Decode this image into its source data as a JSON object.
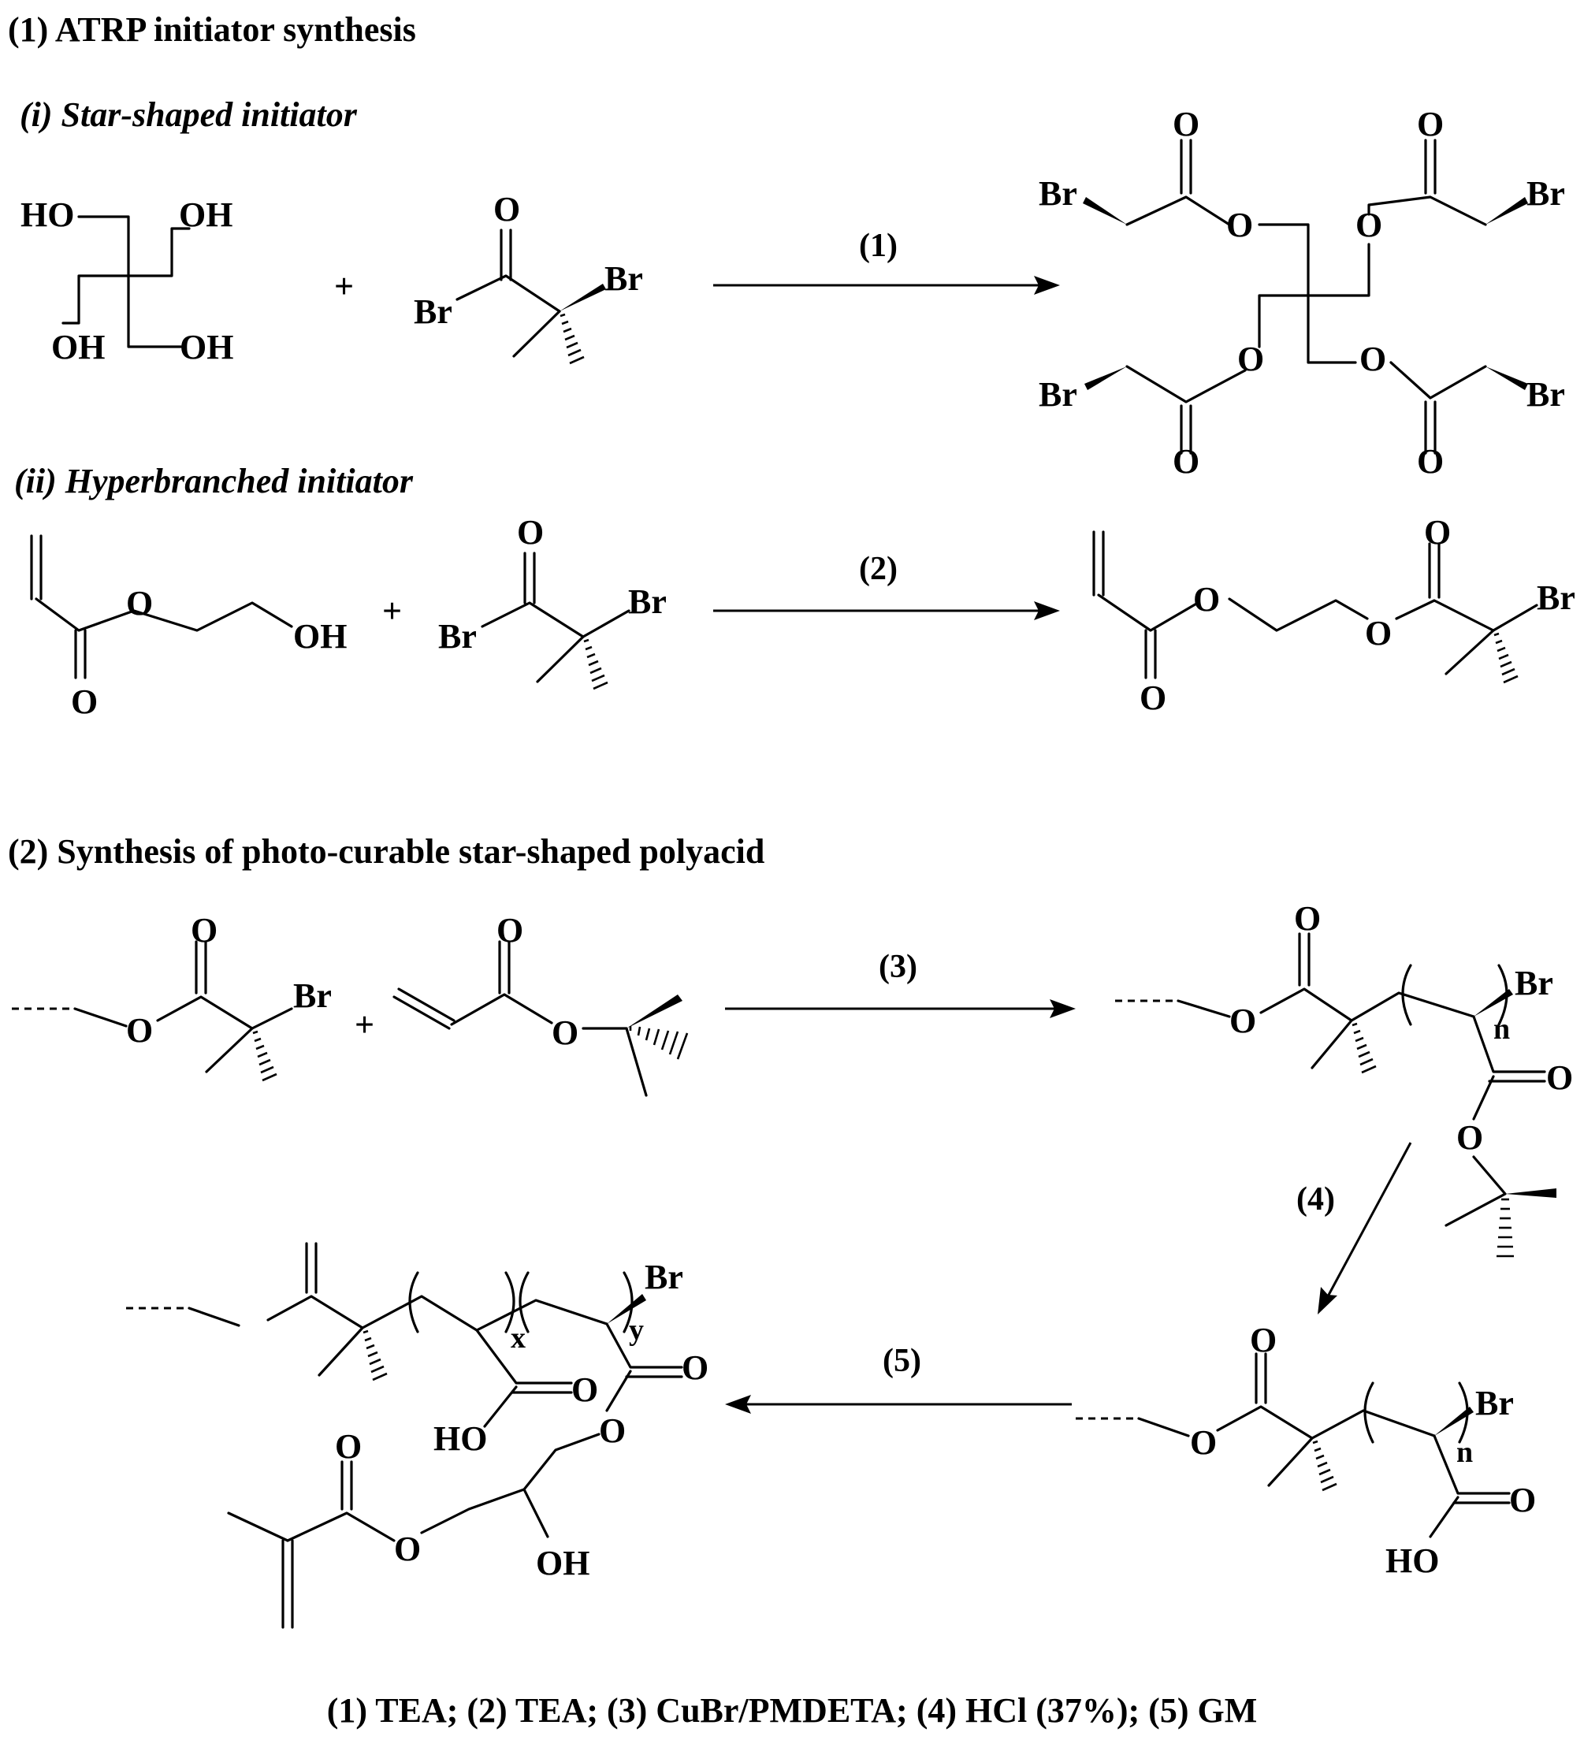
{
  "sections": {
    "part1_title": "(1) ATRP initiator synthesis",
    "part1_sub_i": "(i) Star-shaped initiator",
    "part1_sub_ii": "(ii) Hyperbranched initiator",
    "part2_title": "(2) Synthesis of photo-curable star-shaped polyacid"
  },
  "steps": {
    "s1": "(1)",
    "s2": "(2)",
    "s3": "(3)",
    "s4": "(4)",
    "s5": "(5)"
  },
  "plus": "+",
  "atoms": {
    "HO": "HO",
    "OH": "OH",
    "O": "O",
    "Br": "Br",
    "n": "n",
    "x": "x",
    "y": "y"
  },
  "caption": "(1) TEA; (2) TEA; (3) CuBr/PMDETA; (4) HCl (37%); (5) GM"
}
